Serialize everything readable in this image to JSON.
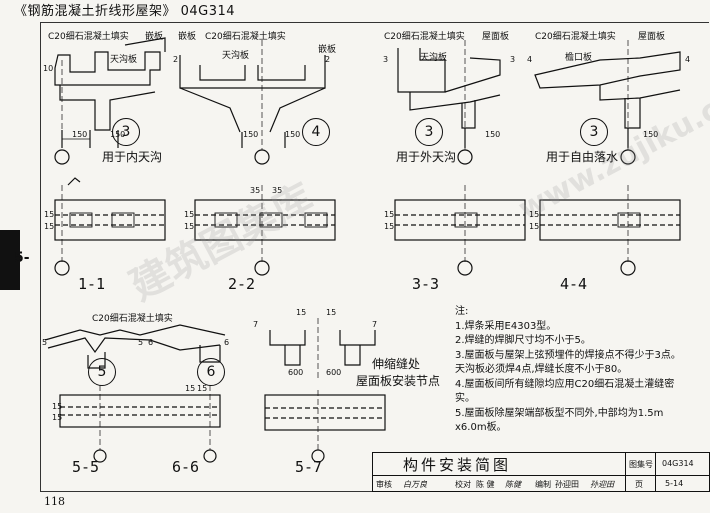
{
  "header": {
    "title": "《钢筋混凝土折线形屋架》 04G314"
  },
  "edge_tab": {
    "label": "5-"
  },
  "page_number": "118",
  "top_details": [
    {
      "fill_label": "C20细石混凝土填实",
      "plate_label": "嵌板",
      "slab_label": "天沟板",
      "bubble": "3",
      "caption": "用于内天沟",
      "dims": [
        "150",
        "150"
      ],
      "side": "10"
    },
    {
      "fill_label": "C20细石混凝土填实",
      "plate_label": "嵌板",
      "plate_label_right": "嵌板",
      "slab_label": "天沟板",
      "bubble": "4",
      "dims": [
        "150",
        "150"
      ],
      "markers": [
        "2",
        "2"
      ]
    },
    {
      "fill_label": "C20细石混凝土填实",
      "plate_label": "屋面板",
      "slab_label": "天沟板",
      "bubble": "3",
      "caption": "用于外天沟",
      "dims": [
        "150"
      ],
      "markers": [
        "3",
        "3"
      ]
    },
    {
      "fill_label": "C20细石混凝土填实",
      "plate_label": "屋面板",
      "slab_label": "檐口板",
      "bubble": "3",
      "caption": "用于自由落水",
      "dims": [
        "150"
      ],
      "markers": [
        "4",
        "4"
      ]
    }
  ],
  "mid_sections": [
    {
      "label": "1-1",
      "dims": [
        "15",
        "15"
      ]
    },
    {
      "label": "2-2",
      "dims": [
        "35",
        "35",
        "15",
        "15"
      ]
    },
    {
      "label": "3-3",
      "dims": [
        "15",
        "15"
      ]
    },
    {
      "label": "4-4",
      "dims": [
        "15",
        "15"
      ]
    }
  ],
  "bottom_left": {
    "fill_label": "C20细石混凝土填实",
    "bubbles": [
      "5",
      "6"
    ],
    "markers": [
      "5",
      "5",
      "6",
      "6"
    ],
    "dims": [
      "15",
      "15",
      "15",
      "15"
    ],
    "sections": [
      "5-5",
      "6-6"
    ]
  },
  "bottom_middle": {
    "markers": [
      "7",
      "7"
    ],
    "dims": [
      "15",
      "15",
      "600",
      "600"
    ],
    "section": "5-7",
    "caption_line1": "伸缩缝处",
    "caption_line2": "屋面板安装节点"
  },
  "notes": {
    "heading": "注:",
    "items": [
      "1.焊条采用E4303型。",
      "2.焊缝的焊脚尺寸均不小于5。",
      "3.屋面板与屋架上弦预埋件的焊接点不得少于3点。",
      "  天沟板必须焊4点,焊缝长度不小于80。",
      "4.屋面板间所有缝隙均应用C20细石混凝土灌缝密",
      "  实。",
      "5.屋面板除屋架端部板型不同外,中部均为1.5m",
      "  x6.0m板。"
    ]
  },
  "title_block": {
    "title": "构件安装简图",
    "atlas_label": "图集号",
    "atlas_no": "04G314",
    "page_label": "页",
    "page_no": "5-14",
    "review_label": "审核",
    "reviewer": "白万良",
    "check_label": "校对",
    "checker": "陈 健",
    "check_sign": "陈健",
    "design_label": "编制",
    "designer": "孙迎田",
    "design_sign": "孙迎田"
  },
  "watermark": {
    "cn": "建筑图集库",
    "url": "www.zujiku.com"
  }
}
